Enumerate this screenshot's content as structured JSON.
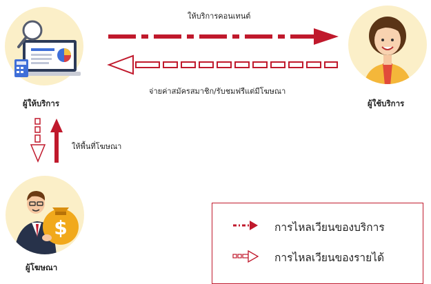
{
  "provider": {
    "label": "ผู้ให้บริการ"
  },
  "user": {
    "label": "ผู้ใช้บริการ"
  },
  "advertiser": {
    "label": "ผู้โฆษณา"
  },
  "flows": {
    "provide_content": "ให้บริการคอนเทนต์",
    "pay": "จ่ายค่าสมัครสมาชิก/รับชมฟรีแต่มีโฆษณา",
    "ad_space": "ให้พื้นที่โฆษณา"
  },
  "legend": {
    "service_flow": "การไหลเวียนของบริการ",
    "revenue_flow": "การไหลเวียนของรายได้"
  },
  "colors": {
    "arrow_red": "#c0192c",
    "circle_bg": "#fbefc8"
  },
  "icons": {
    "provider": "laptop-with-charts-icon",
    "user": "woman-avatar-icon",
    "advertiser": "businessman-money-bag-icon"
  }
}
